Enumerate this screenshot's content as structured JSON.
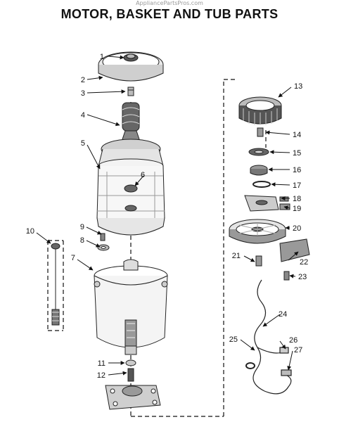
{
  "watermark": "AppliancePartsPros.com",
  "title": "MOTOR, BASKET AND TUB PARTS",
  "callouts": [
    "1",
    "2",
    "3",
    "4",
    "5",
    "6",
    "7",
    "8",
    "9",
    "10",
    "11",
    "12",
    "13",
    "14",
    "15",
    "16",
    "17",
    "18",
    "19",
    "20",
    "21",
    "22",
    "23",
    "24",
    "25",
    "26",
    "27"
  ]
}
